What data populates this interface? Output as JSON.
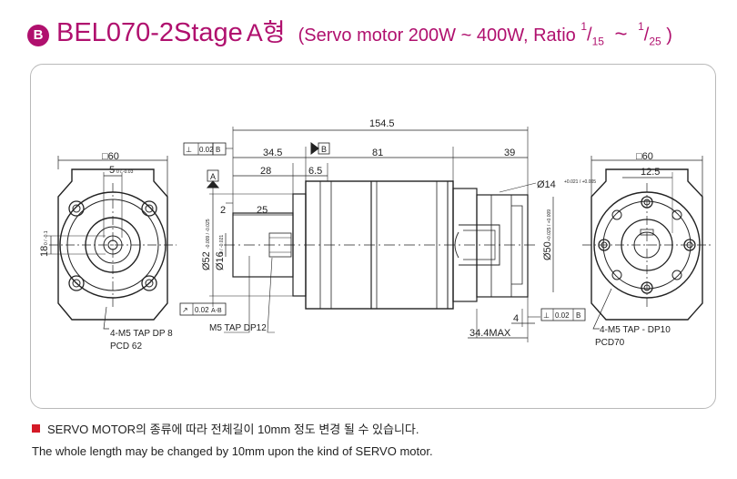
{
  "header": {
    "badge": "B",
    "model": "BEL070-2Stage",
    "type": "A형",
    "spec_open": "(Servo motor 200W ~ 400W, Ratio",
    "ratio_a_num": "1",
    "ratio_a_den": "15",
    "tilde": "~",
    "ratio_b_num": "1",
    "ratio_b_den": "25",
    "spec_close": ")"
  },
  "dims": {
    "overall": "154.5",
    "seg_34_5": "34.5",
    "seg_81": "81",
    "seg_39": "39",
    "seg_28": "28",
    "seg_6_5": "6.5",
    "seg_2": "2",
    "seg_25": "25",
    "left_square": "□60",
    "left_key": "5",
    "left_key_tol": "0 / -0.03",
    "left_18": "18",
    "left_18_tol": "0 / -0.1",
    "shaft_52": "Ø52",
    "shaft_52_tol": "-0.009 / -0.025",
    "shaft_16": "Ø16",
    "shaft_16_tol": "0 / -0.021",
    "bore_14": "Ø14",
    "bore_14_tol": "+0.021 / +0.005",
    "pilot_50": "Ø50",
    "pilot_50_tol": "+0.025 / +0.009",
    "right_square": "□60",
    "right_12_5": "12.5",
    "dim_4": "4",
    "max_34_4": "34.4MAX",
    "gdt_perp_b": "0.02",
    "gdt_perp_b_datum": "B",
    "datum_b": "B",
    "datum_a": "A",
    "gdt_runout": "0.02",
    "gdt_runout_datum": "A-B",
    "gdt_perp_right": "0.02",
    "gdt_perp_right_datum": "B"
  },
  "callouts": {
    "left_tap": "4-M5 TAP DP 8",
    "left_pcd": "PCD 62",
    "shaft_tap": "M5 TAP DP12",
    "right_tap": "4-M5 TAP - DP10",
    "right_pcd": "PCD70"
  },
  "notes": {
    "korean": "SERVO MOTOR의 종류에 따라 전체길이 10mm 정도 변경 될 수 있습니다.",
    "english": "The whole length may be changed by 10mm upon the kind of SERVO motor."
  }
}
